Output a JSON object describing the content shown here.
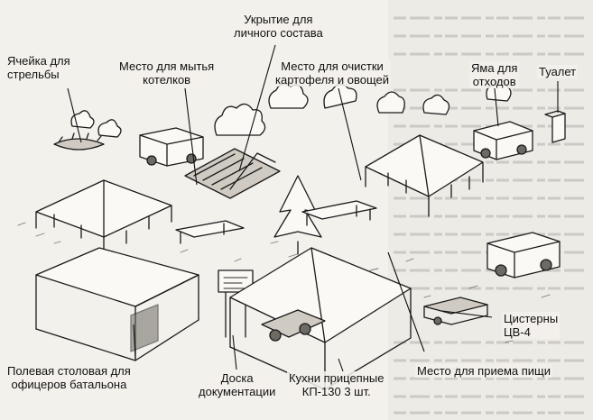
{
  "labels": {
    "firing_cell": "Ячейка для\nстрельбы",
    "kettle_wash": "Место для мытья\nкотелков",
    "shelter": "Укрытие для\nличного состава",
    "veg_clean": "Место для очистки\nкартофеля и овощей",
    "waste_pit": "Яма для\nотходов",
    "toilet": "Туалет",
    "tanks": "Цистерны\nЦВ-4",
    "officers_canteen": "Полевая столовая для\nофицеров батальона",
    "doc_board": "Доска\nдокументации",
    "kitchens": "Кухни прицепные\nКП-130  3 шт.",
    "meal_place": "Место для приема пищи"
  },
  "colors": {
    "ink": "#1a1a1a",
    "paper": "#f3f1ec"
  }
}
